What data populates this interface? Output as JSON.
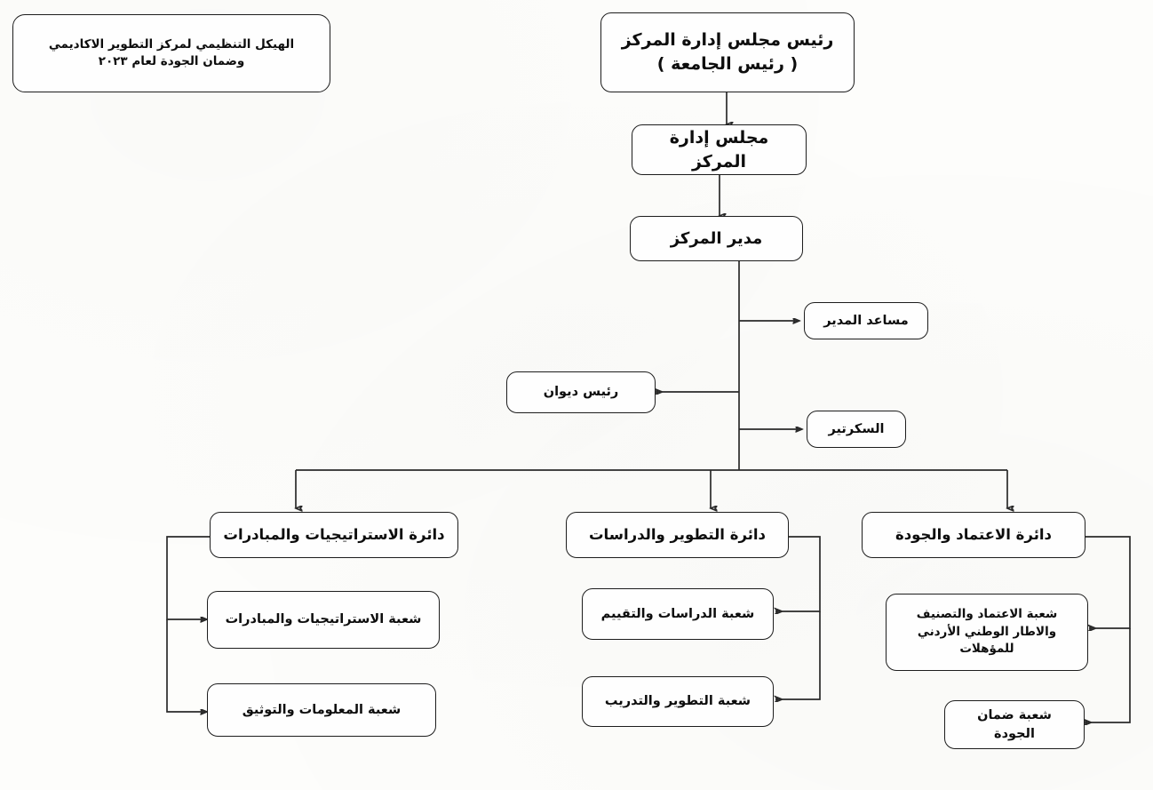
{
  "document": {
    "kind": "organizational-chart",
    "language": "ar",
    "title_box": {
      "line1": "الهيكل التنظيمي لمركز التطوير الاكاديمي",
      "line2": "وضمان الجودة لعام ٢٠٢٣"
    }
  },
  "chart_data": {
    "type": "diagram",
    "title": "الهيكل التنظيمي لمركز التطوير الاكاديمي وضمان الجودة لعام ٢٠٢٣",
    "orientation": "top-down",
    "text_direction": "rtl",
    "nodes": [
      {
        "id": "chairman",
        "label_line1": "رئيس مجلس إدارة المركز",
        "label_line2": "( رئيس الجامعة )",
        "level": 1
      },
      {
        "id": "board",
        "label": "مجلس إدارة المركز",
        "level": 2
      },
      {
        "id": "director",
        "label": "مدير المركز",
        "level": 3
      },
      {
        "id": "assistant",
        "label": "مساعد المدير",
        "level": 4,
        "role": "staff"
      },
      {
        "id": "chief-office",
        "label": "رئيس ديوان",
        "level": 4,
        "role": "staff"
      },
      {
        "id": "secretary",
        "label": "السكرتير",
        "level": 4,
        "role": "staff"
      },
      {
        "id": "dept-strategy",
        "label": "دائرة الاستراتيجيات والمبادرات",
        "level": 5,
        "role": "department"
      },
      {
        "id": "dept-development",
        "label": "دائرة التطوير والدراسات",
        "level": 5,
        "role": "department"
      },
      {
        "id": "dept-quality",
        "label": "دائرة الاعتماد والجودة",
        "level": 5,
        "role": "department"
      },
      {
        "id": "unit-strategy-initiatives",
        "label": "شعبة الاستراتيجيات والمبادرات",
        "level": 6,
        "parent": "dept-strategy"
      },
      {
        "id": "unit-info-docs",
        "label": "شعبة المعلومات والتوثيق",
        "level": 6,
        "parent": "dept-strategy"
      },
      {
        "id": "unit-studies-evaluation",
        "label": "شعبة الدراسات والتقييم",
        "level": 6,
        "parent": "dept-development"
      },
      {
        "id": "unit-development-training",
        "label": "شعبة التطوير والتدريب",
        "level": 6,
        "parent": "dept-development"
      },
      {
        "id": "unit-accreditation",
        "label_line1": "شعبة الاعتماد والتصنيف",
        "label_line2": "والاطار الوطني الأردني",
        "label_line3": "للمؤهلات",
        "level": 6,
        "parent": "dept-quality"
      },
      {
        "id": "unit-quality-assurance",
        "label_line1": "شعبة ضمان",
        "label_line2": "الجودة",
        "level": 6,
        "parent": "dept-quality"
      }
    ],
    "edges": [
      {
        "from": "chairman",
        "to": "board",
        "style": "arrow-down"
      },
      {
        "from": "board",
        "to": "director",
        "style": "arrow-down"
      },
      {
        "from": "director",
        "to": "assistant",
        "style": "arrow-right"
      },
      {
        "from": "director",
        "to": "chief-office",
        "style": "arrow-left"
      },
      {
        "from": "director",
        "to": "secretary",
        "style": "arrow-right"
      },
      {
        "from": "director",
        "to": "dept-strategy",
        "style": "bus-down"
      },
      {
        "from": "director",
        "to": "dept-development",
        "style": "bus-down"
      },
      {
        "from": "director",
        "to": "dept-quality",
        "style": "bus-down"
      },
      {
        "from": "dept-strategy",
        "to": "unit-strategy-initiatives",
        "style": "elbow-left-arrow-right"
      },
      {
        "from": "dept-strategy",
        "to": "unit-info-docs",
        "style": "elbow-left-arrow-right"
      },
      {
        "from": "dept-development",
        "to": "unit-studies-evaluation",
        "style": "elbow-right-arrow-left"
      },
      {
        "from": "dept-development",
        "to": "unit-development-training",
        "style": "elbow-right-arrow-left"
      },
      {
        "from": "dept-quality",
        "to": "unit-accreditation",
        "style": "elbow-right-arrow-left"
      },
      {
        "from": "dept-quality",
        "to": "unit-quality-assurance",
        "style": "elbow-right-arrow-left"
      }
    ],
    "colors": {
      "page_background": "#fdfdfb",
      "node_border": "#1d1d1d",
      "node_fill": "#fefefe",
      "connector": "#2a2a2a",
      "text": "#0d0d0d"
    }
  }
}
